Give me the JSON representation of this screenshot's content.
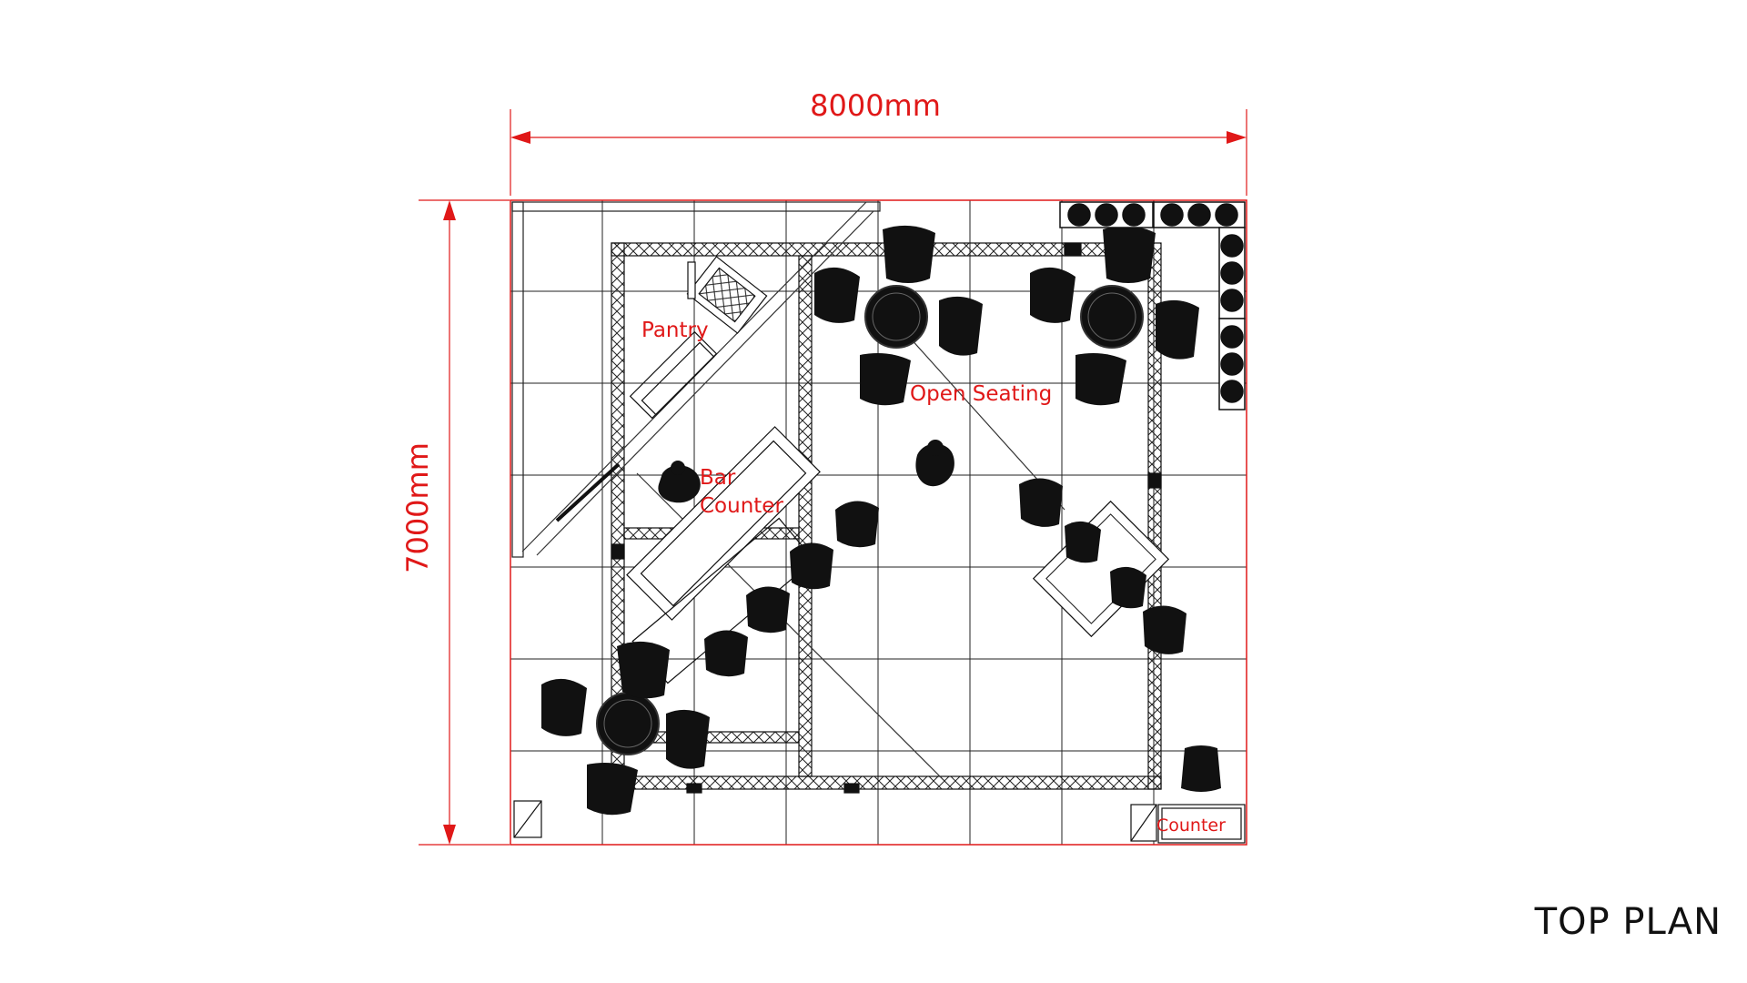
{
  "title": "TOP PLAN",
  "dimensions": {
    "width_label": "8000mm",
    "height_label": "7000mm"
  },
  "labels": {
    "pantry": "Pantry",
    "bar_counter_line1": "Bar",
    "bar_counter_line2": "Counter",
    "open_seating": "Open Seating",
    "counter": "Counter"
  },
  "colors": {
    "dimension": "#e01818",
    "linework": "#111111",
    "grid": "#222222",
    "fill": "#111111"
  }
}
